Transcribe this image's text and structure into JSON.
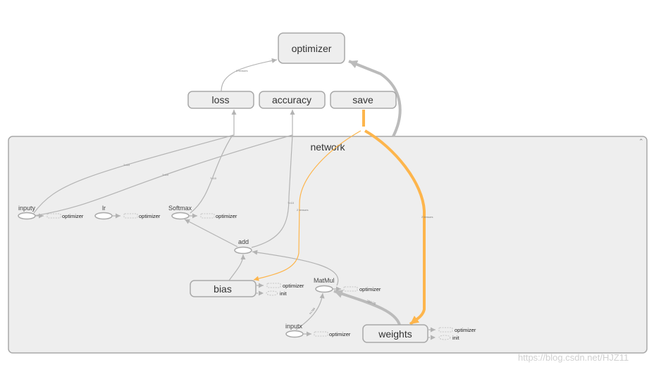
{
  "graph": {
    "top_nodes": {
      "optimizer": "optimizer",
      "loss": "loss",
      "accuracy": "accuracy",
      "save": "save"
    },
    "group": {
      "label": "network"
    },
    "ops": {
      "inputy": "inputy",
      "lr": "lr",
      "softmax": "Softmax",
      "add": "add",
      "matmul": "MatMul",
      "inputx": "inputx"
    },
    "vars": {
      "bias": "bias",
      "weights": "weights"
    },
    "stub_optimizer": "optimizer",
    "stub_init": "init",
    "edge_labels": {
      "one_tensors": "1 tensors",
      "two_tensors": "2 tensors",
      "q10": "?×10",
      "q784": "?×784",
      "ten": "10",
      "w": "784×10"
    }
  },
  "colors": {
    "ref_edge": "#fdb54c",
    "edge": "#b3b3b3",
    "node_fill": "#eeeeee"
  },
  "watermark": "https://blog.csdn.net/HJZ11"
}
